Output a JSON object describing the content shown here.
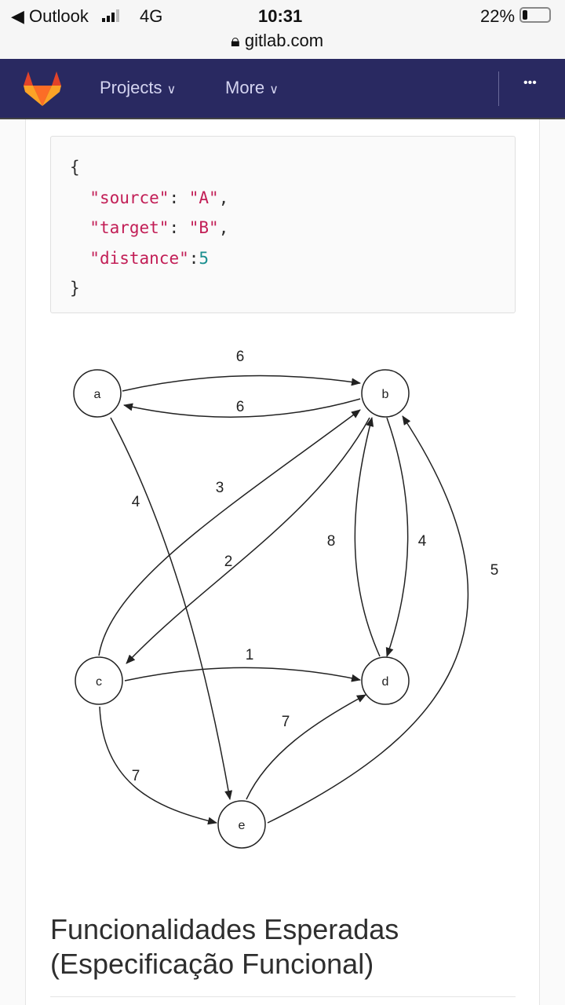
{
  "status": {
    "back": "◀ Outlook",
    "network": "4G",
    "time": "10:31",
    "battery": "22%",
    "url": "gitlab.com"
  },
  "nav": {
    "projects": "Projects",
    "more": "More",
    "overflow": "•••"
  },
  "code": {
    "open": "{",
    "close": "}",
    "lines": [
      {
        "key": "\"source\"",
        "value": "\"A\"",
        "sep": ",",
        "type": "string"
      },
      {
        "key": "\"target\"",
        "value": "\"B\"",
        "sep": ",",
        "type": "string"
      },
      {
        "key": "\"distance\"",
        "value": "5",
        "sep": "",
        "type": "number"
      }
    ]
  },
  "graph": {
    "nodes": [
      "a",
      "b",
      "c",
      "d",
      "e"
    ],
    "edges": [
      {
        "from": "a",
        "to": "b",
        "weight": "6"
      },
      {
        "from": "b",
        "to": "a",
        "weight": "6"
      },
      {
        "from": "a",
        "to": "e",
        "weight": "4"
      },
      {
        "from": "c",
        "to": "b",
        "weight": "3"
      },
      {
        "from": "b",
        "to": "c",
        "weight": "2"
      },
      {
        "from": "d",
        "to": "b",
        "weight": "8"
      },
      {
        "from": "b",
        "to": "d",
        "weight": "4"
      },
      {
        "from": "e",
        "to": "b",
        "weight": "5"
      },
      {
        "from": "c",
        "to": "d",
        "weight": "1"
      },
      {
        "from": "c",
        "to": "e",
        "weight": "7"
      },
      {
        "from": "e",
        "to": "d",
        "weight": "7"
      }
    ]
  },
  "heading": "Funcionalidades Esperadas (Especificação Funcional)"
}
